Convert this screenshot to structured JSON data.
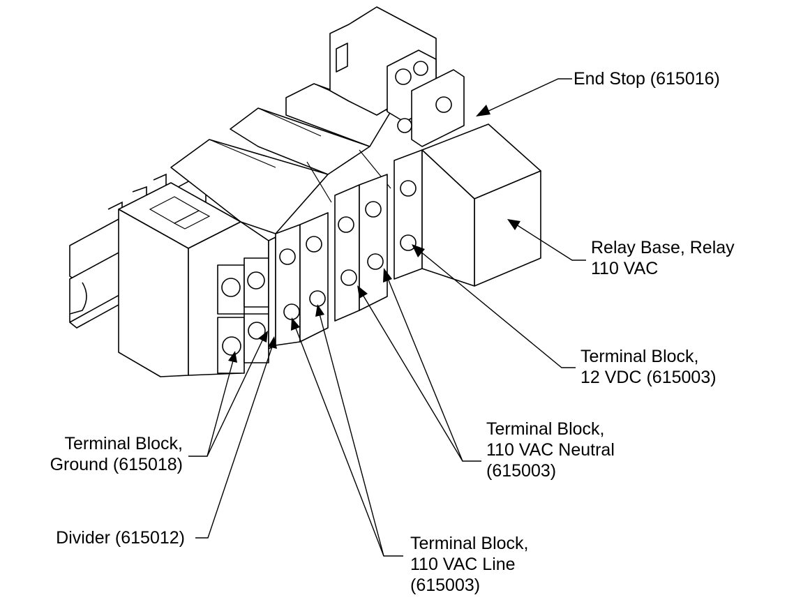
{
  "callouts": {
    "end_stop": "End Stop (615016)",
    "relay_line1": "Relay Base, Relay",
    "relay_line2": "110 VAC",
    "tb12_line1": "Terminal Block,",
    "tb12_line2": "12 VDC (615003)",
    "ground_line1": "Terminal Block,",
    "ground_line2": "Ground (615018)",
    "neutral_line1": "Terminal Block,",
    "neutral_line2": "110 VAC Neutral",
    "neutral_line3": "(615003)",
    "divider": "Divider (615012)",
    "line_line1": "Terminal Block,",
    "line_line2": "110 VAC Line",
    "line_line3": "(615003)"
  }
}
